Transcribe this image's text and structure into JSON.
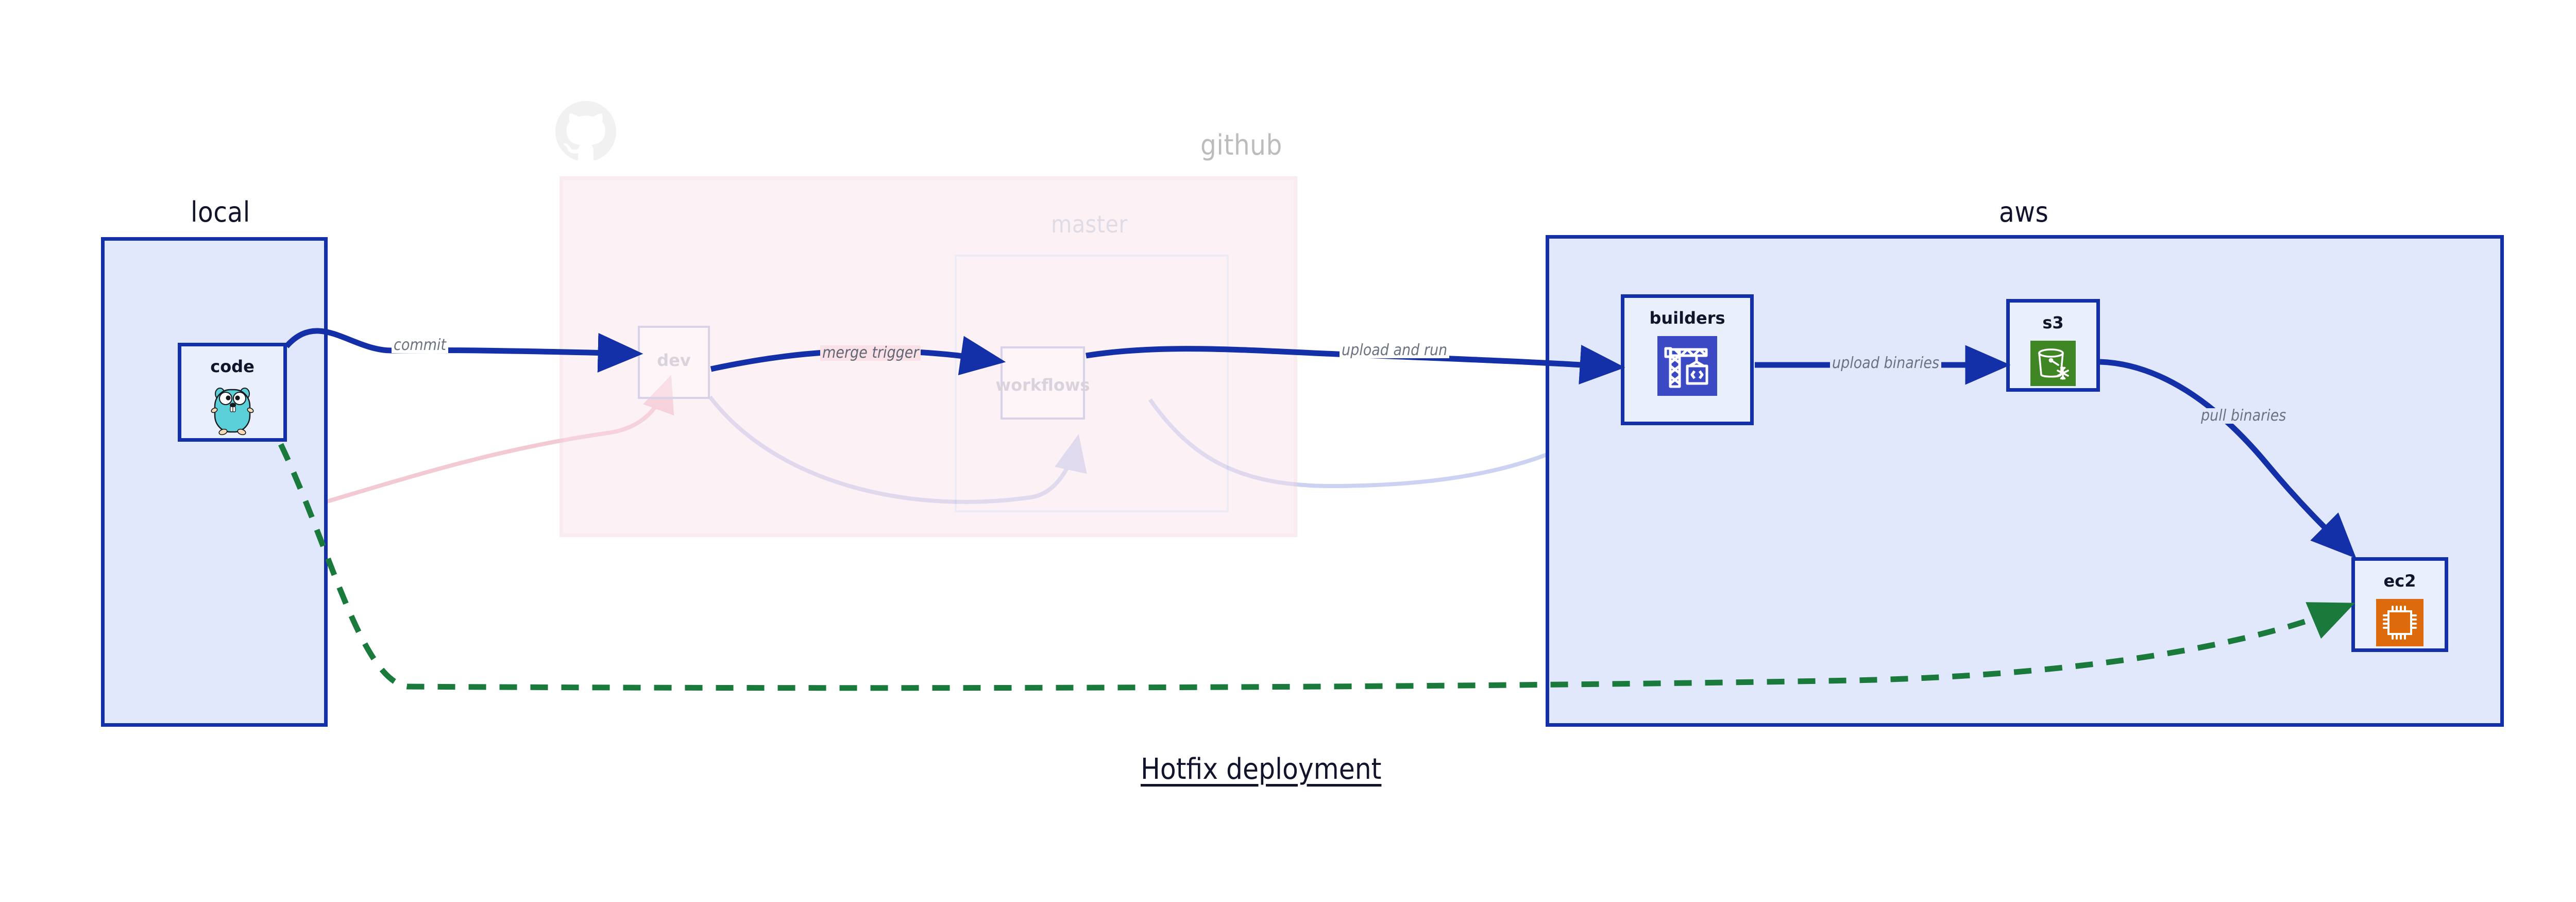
{
  "diagram": {
    "caption": "Hotfix deployment",
    "background": "#ffffff",
    "accent_blue": "#1430a8",
    "group_fill_blue": "#e2e8fb",
    "group_fill_pink": "#fae1e7",
    "node_fill": "#eaeffc",
    "dashed_green": "#1a7a3c",
    "label_gray": "#6b7280"
  },
  "groups": [
    {
      "id": "local",
      "title": "local",
      "state": "active",
      "title_align": "center"
    },
    {
      "id": "github",
      "title": "github",
      "state": "faded",
      "title_align": "right",
      "logo": "github-octocat-icon",
      "subgroups": [
        {
          "id": "master",
          "title": "master",
          "state": "faded"
        }
      ]
    },
    {
      "id": "aws",
      "title": "aws",
      "state": "active",
      "title_align": "center"
    }
  ],
  "nodes": [
    {
      "id": "code",
      "label": "code",
      "group": "local",
      "icon": "go-gopher-icon",
      "state": "active"
    },
    {
      "id": "dev",
      "label": "dev",
      "group": "github",
      "icon": null,
      "state": "faded"
    },
    {
      "id": "workflows",
      "label": "workflows",
      "group": "master",
      "icon": null,
      "state": "faded"
    },
    {
      "id": "builders",
      "label": "builders",
      "group": "aws",
      "icon": "aws-crane-code-icon",
      "state": "active",
      "icon_color": "#3b49c4"
    },
    {
      "id": "s3",
      "label": "s3",
      "group": "aws",
      "icon": "aws-s3-bucket-icon",
      "state": "active",
      "icon_color": "#3f8624"
    },
    {
      "id": "ec2",
      "label": "ec2",
      "group": "aws",
      "icon": "aws-ec2-chip-icon",
      "state": "active",
      "icon_color": "#dd6b0d"
    }
  ],
  "edges": [
    {
      "id": "commit",
      "from": "code",
      "to": "dev",
      "label": "commit",
      "style": "solid-blue",
      "state": "active"
    },
    {
      "id": "merge-trigger",
      "from": "dev",
      "to": "workflows",
      "label": "merge trigger",
      "style": "solid-blue",
      "state": "active"
    },
    {
      "id": "upload-and-run",
      "from": "workflows",
      "to": "builders",
      "label": "upload and run",
      "style": "solid-blue",
      "state": "active"
    },
    {
      "id": "upload-binaries",
      "from": "builders",
      "to": "s3",
      "label": "upload binaries",
      "style": "solid-blue",
      "state": "active"
    },
    {
      "id": "pull-binaries",
      "from": "s3",
      "to": "ec2",
      "label": "pull binaries",
      "style": "solid-blue",
      "state": "active"
    },
    {
      "id": "hotfix-direct",
      "from": "code",
      "to": "ec2",
      "label": "",
      "style": "dashed-green",
      "state": "active"
    },
    {
      "id": "ghost-code-dev",
      "from": "code",
      "to": "dev",
      "label": "",
      "style": "solid-pink",
      "state": "faded"
    },
    {
      "id": "ghost-dev-wf",
      "from": "dev",
      "to": "workflows",
      "label": "",
      "style": "solid-lilac",
      "state": "faded"
    },
    {
      "id": "ghost-wf-build",
      "from": "workflows",
      "to": "builders",
      "label": "",
      "style": "solid-lilac",
      "state": "faded"
    }
  ]
}
